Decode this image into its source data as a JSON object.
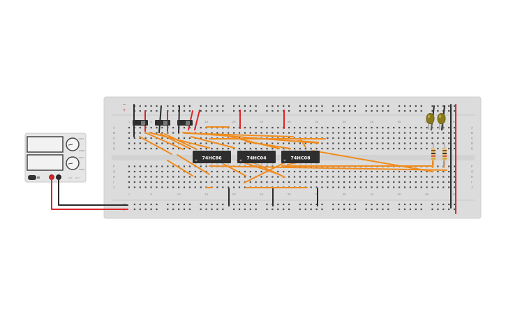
{
  "breadboard": {
    "column_numbers": [
      "1",
      "5",
      "10",
      "15",
      "20",
      "25",
      "30",
      "35",
      "40",
      "45",
      "50",
      "55",
      "60"
    ],
    "row_letters_top": [
      "A",
      "B",
      "C",
      "D",
      "E"
    ],
    "row_letters_bottom": [
      "F",
      "G",
      "H",
      "I",
      "J"
    ],
    "rail_plus": "+",
    "rail_minus": "−"
  },
  "chips": [
    {
      "label": "74HC86"
    },
    {
      "label": "74HC04"
    },
    {
      "label": "74HC08"
    }
  ],
  "power_supply": {
    "small_labels": [
      "VOLT",
      "CURR",
      "VOLT",
      "CURR",
      "SET",
      "OUT"
    ]
  },
  "colors": {
    "wire_orange": "#f08c1e",
    "wire_red": "#d8262a",
    "wire_black": "#2b2b2b",
    "board": "#dcdcdc",
    "hole": "#4a4a4a",
    "chip": "#2e2e2e",
    "led": "#8a7a1a"
  }
}
